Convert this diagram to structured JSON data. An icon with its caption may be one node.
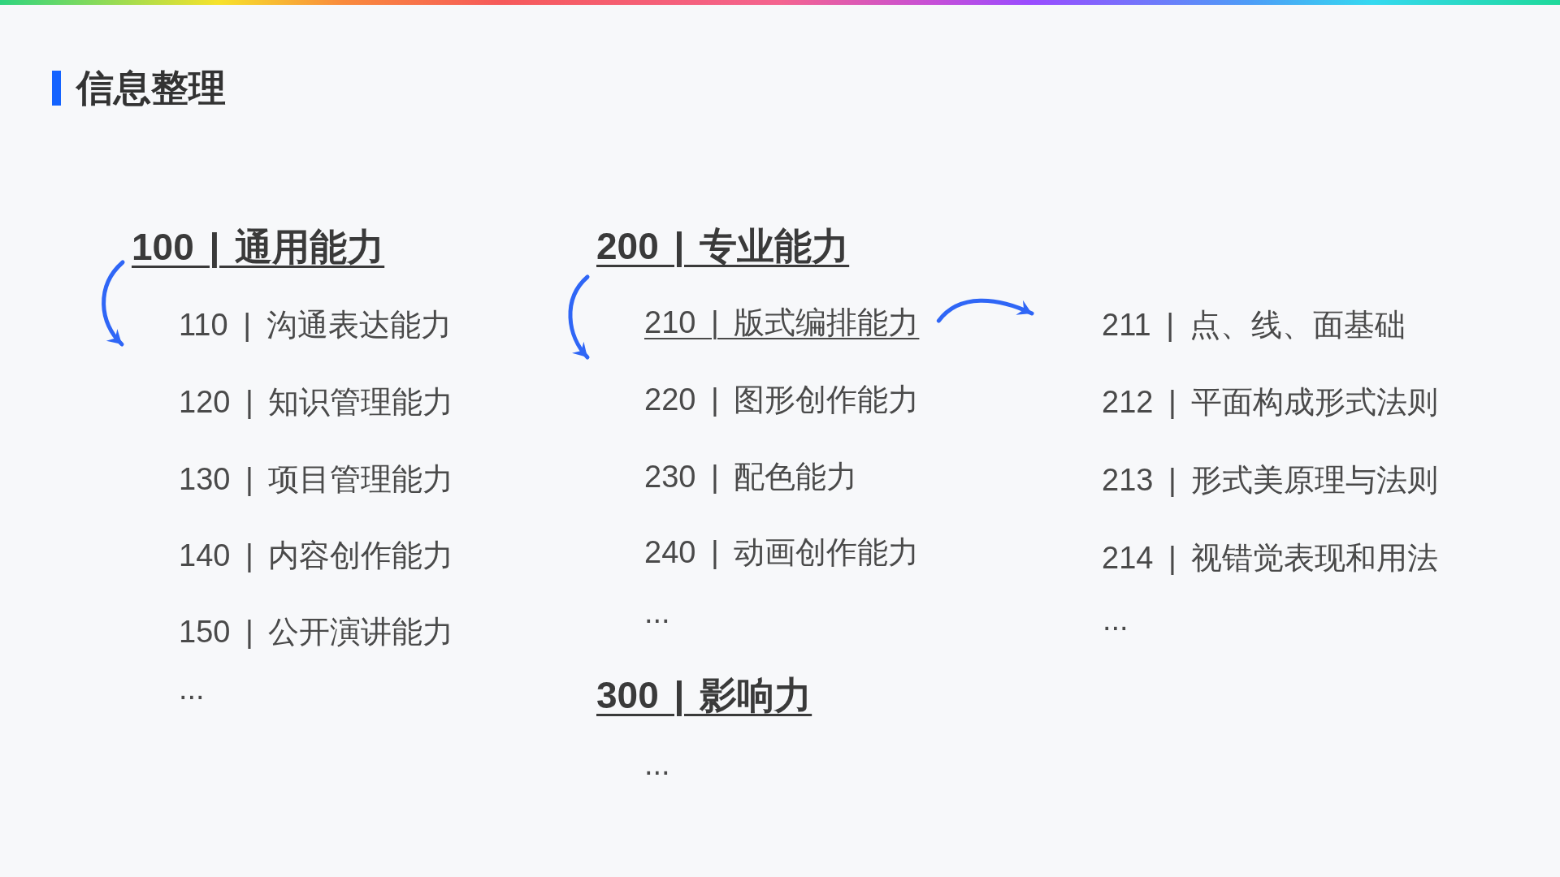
{
  "diagram": {
    "title": "信息整理",
    "nodes": [
      {
        "text": [
          "210 | 版式编排能力"
        ]
      },
      {
        "text": [
          "211 | 点、线、面基础"
        ]
      }
    ],
    "edges": [
      {
        "from": 0,
        "to": 1,
        "arrow": "to"
      }
    ],
    "labels": [
      "100 | 通用能力",
      "110 | 沟通表达能力",
      "120 | 知识管理能力",
      "130 | 项目管理能力",
      "140 | 内容创作能力",
      "150 | 公开演讲能力",
      "...",
      "200 | 专业能力",
      "220 | 图形创作能力",
      "230 | 配色能力",
      "240 | 动画创作能力",
      "...",
      "300 | 影响力",
      "...",
      "212 | 平面构成形式法则",
      "213 | 形式美原理与法则",
      "214 | 视错觉表现和用法",
      "..."
    ]
  }
}
